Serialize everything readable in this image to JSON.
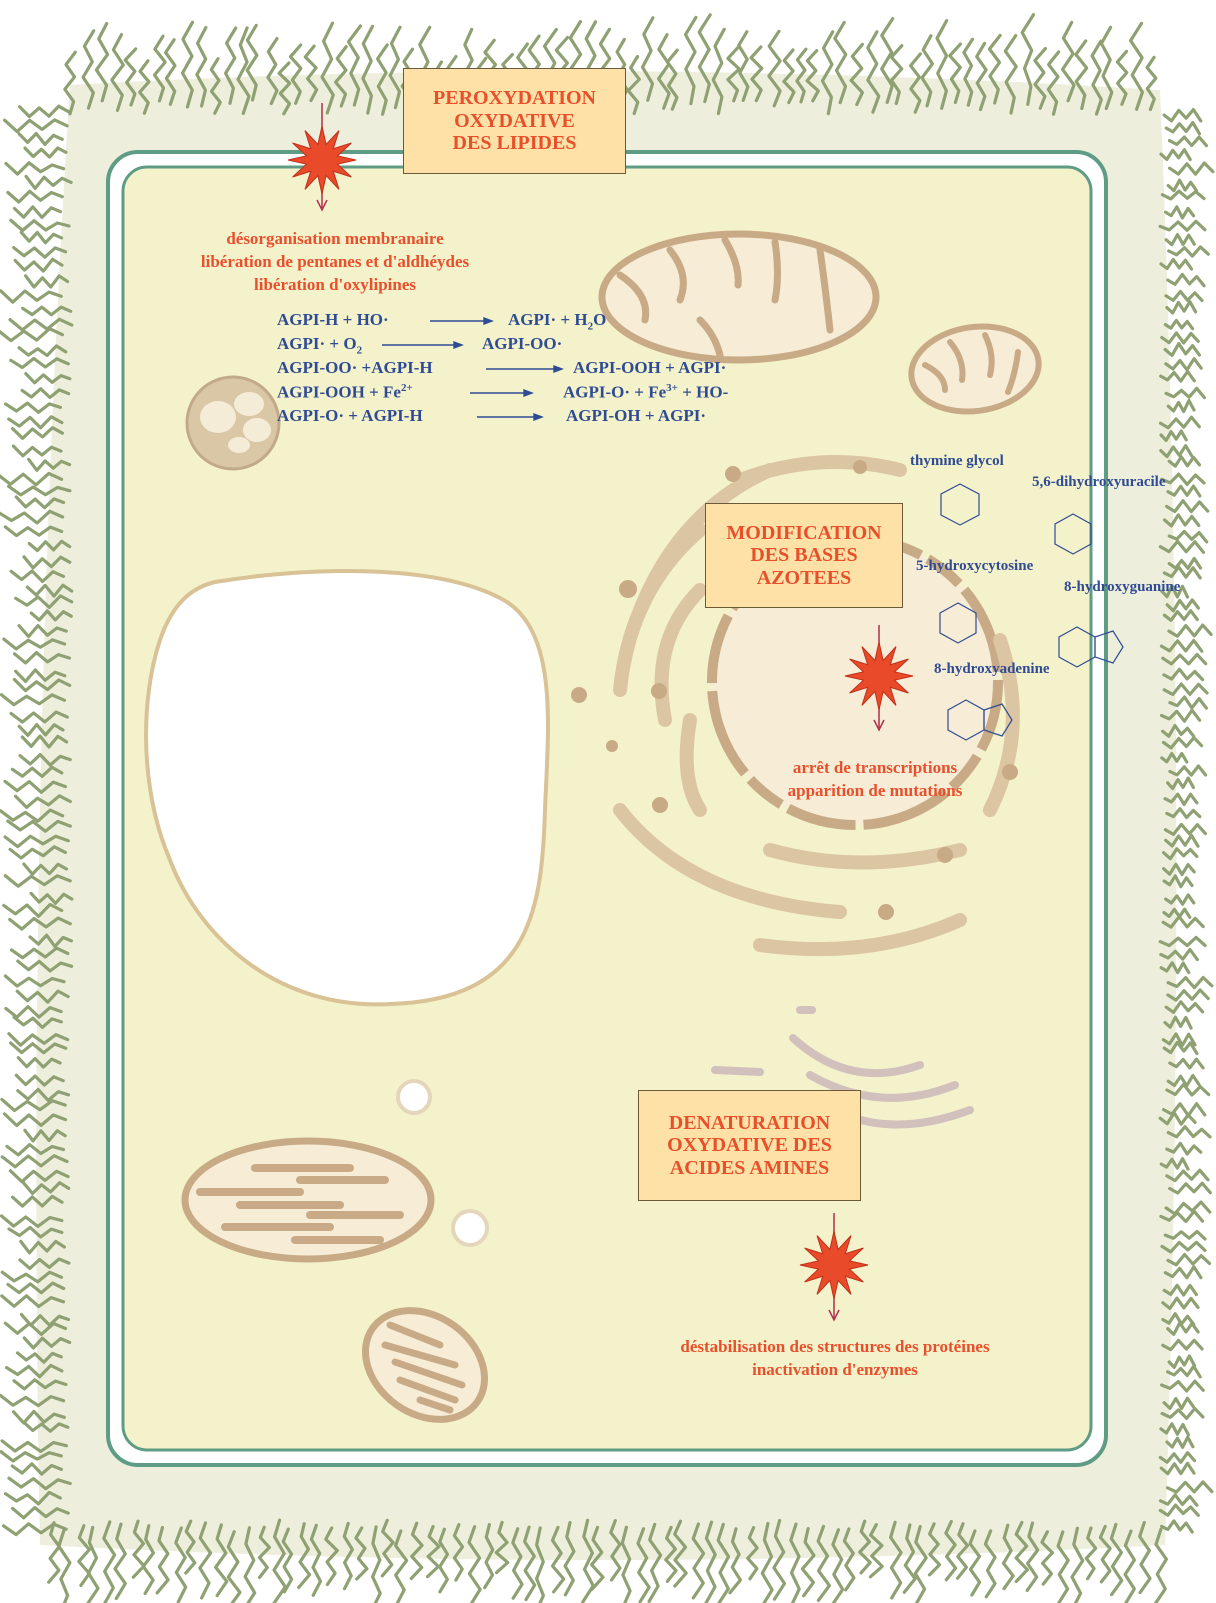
{
  "boxes": {
    "lipids": [
      "PEROXYDATION",
      "OXYDATIVE",
      "DES LIPIDES"
    ],
    "bases": [
      "MODIFICATION",
      "DES BASES",
      "AZOTEES"
    ],
    "amines": [
      "DENATURATION",
      "OXYDATIVE DES",
      "ACIDES AMINES"
    ]
  },
  "lipid_effects": [
    "désorganisation membranaire",
    "libération de pentanes et d'aldhéydes",
    "libération d'oxylipines"
  ],
  "reactions": [
    {
      "left": "AGPI-H + HO·",
      "right_pre": "AGPI· + H",
      "right_sub": "2",
      "right_post": "O"
    },
    {
      "left_pre": "AGPI· + O",
      "left_sub": "2",
      "right": "AGPI-OO·"
    },
    {
      "left": "AGPI-OO· +AGPI-H",
      "right": "AGPI-OOH + AGPI·"
    },
    {
      "left_pre": "AGPI-OOH + Fe",
      "left_sup": "2+",
      "right_pre": "AGPI-O· + Fe",
      "right_sup": "3+",
      "right_post": " + HO-"
    },
    {
      "left": "AGPI-O· + AGPI-H",
      "right": "AGPI-OH + AGPI·"
    }
  ],
  "dna_effects": [
    "arrêt de transcriptions",
    "apparition de mutations"
  ],
  "protein_effects": [
    "déstabilisation des structures des protéines",
    "inactivation d'enzymes"
  ],
  "molecules": {
    "thymine_glycol": "thymine glycol",
    "dihydroxyuracile": "5,6-dihydroxyuracile",
    "hydroxycytosine": "5-hydroxycytosine",
    "hydroxyguanine": "8-hydroxyguanine",
    "hydroxyadenine": "8-hydroxyadenine"
  },
  "colors": {
    "title_red": "#e8502c",
    "equation_blue": "#2f4b93",
    "box_fill": "#fde1a6",
    "cytoplasm": "#f4f2cb",
    "wall": "#eeeedd",
    "membrane": "#5e9c86",
    "hairs": "#8fa172",
    "organelle": "#c8ab86",
    "star": "#e84a2a"
  }
}
